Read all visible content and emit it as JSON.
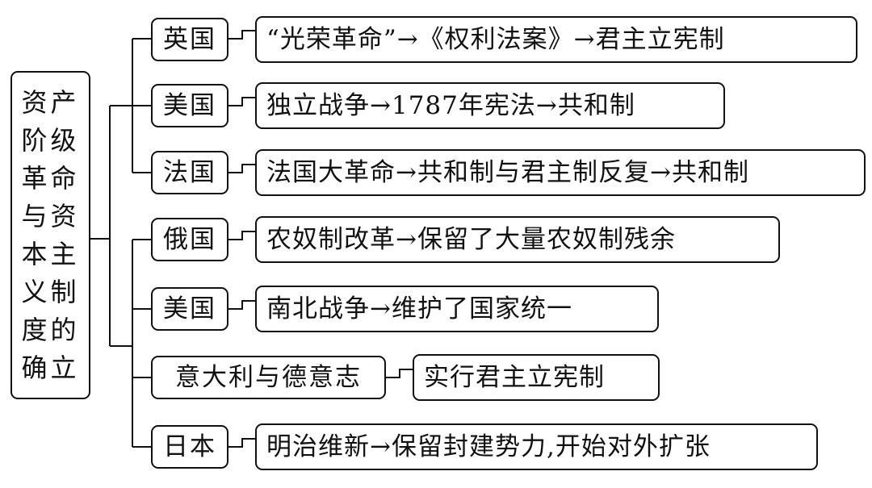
{
  "root": {
    "label": "资产阶级革命与资本主义制度的确立"
  },
  "rows": [
    {
      "country": "英国",
      "description": "“光荣革命”→《权利法案》→君主立宪制"
    },
    {
      "country": "美国",
      "description": "独立战争→1787年宪法→共和制"
    },
    {
      "country": "法国",
      "description": "法国大革命→共和制与君主制反复→共和制"
    },
    {
      "country": "俄国",
      "description": "农奴制改革→保留了大量农奴制残余"
    },
    {
      "country": "美国",
      "description": "南北战争→维护了国家统一"
    },
    {
      "country": "意大利与德意志",
      "description": "实行君主立宪制"
    },
    {
      "country": "日本",
      "description": "明治维新→保留封建势力,开始对外扩张"
    }
  ]
}
